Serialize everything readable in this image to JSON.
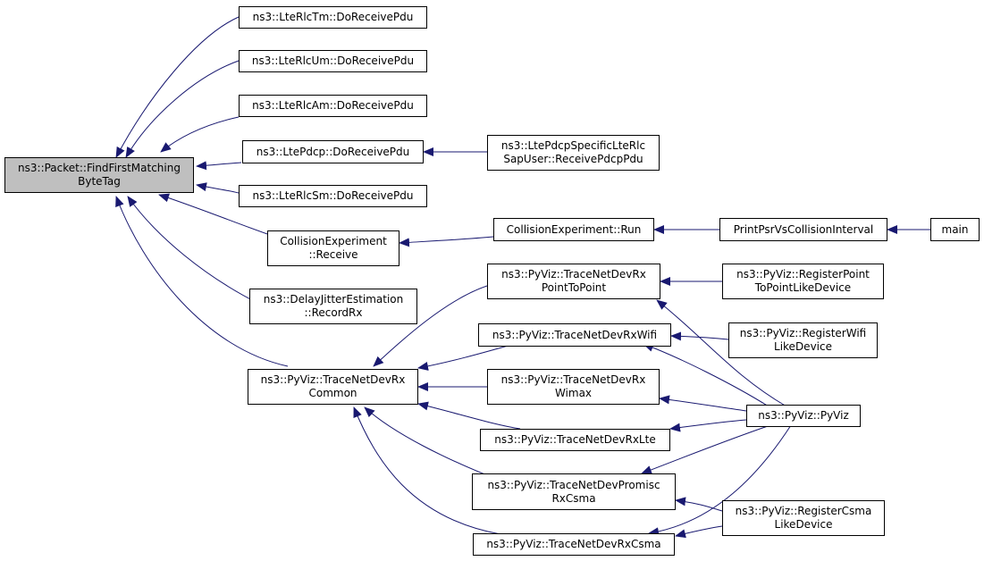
{
  "colors": {
    "edge": "#191970",
    "root_fill": "#bfbfbf",
    "node_border": "#000000",
    "background": "#ffffff"
  },
  "nodes": {
    "root": [
      "ns3::Packet::FindFirstMatching",
      "ByteTag"
    ],
    "rlctm": [
      "ns3::LteRlcTm::DoReceivePdu"
    ],
    "rlcum": [
      "ns3::LteRlcUm::DoReceivePdu"
    ],
    "rlcam": [
      "ns3::LteRlcAm::DoReceivePdu"
    ],
    "pdcp": [
      "ns3::LtePdcp::DoReceivePdu"
    ],
    "pdcpsap": [
      "ns3::LtePdcpSpecificLteRlc",
      "SapUser::ReceivePdcpPdu"
    ],
    "rlcsm": [
      "ns3::LteRlcSm::DoReceivePdu"
    ],
    "collrecv": [
      "CollisionExperiment",
      "::Receive"
    ],
    "collrun": [
      "CollisionExperiment::Run"
    ],
    "printpsr": [
      "PrintPsrVsCollisionInterval"
    ],
    "main": [
      "main"
    ],
    "delay": [
      "ns3::DelayJitterEstimation",
      "::RecordRx"
    ],
    "common": [
      "ns3::PyViz::TraceNetDevRx",
      "Common"
    ],
    "p2p": [
      "ns3::PyViz::TraceNetDevRx",
      "PointToPoint"
    ],
    "regp2p": [
      "ns3::PyViz::RegisterPoint",
      "ToPointLikeDevice"
    ],
    "wifi": [
      "ns3::PyViz::TraceNetDevRxWifi"
    ],
    "regwifi": [
      "ns3::PyViz::RegisterWifi",
      "LikeDevice"
    ],
    "wimax": [
      "ns3::PyViz::TraceNetDevRx",
      "Wimax"
    ],
    "pyviz": [
      "ns3::PyViz::PyViz"
    ],
    "lte": [
      "ns3::PyViz::TraceNetDevRxLte"
    ],
    "promisc": [
      "ns3::PyViz::TraceNetDevPromisc",
      "RxCsma"
    ],
    "regcsma": [
      "ns3::PyViz::RegisterCsma",
      "LikeDevice"
    ],
    "csma": [
      "ns3::PyViz::TraceNetDevRxCsma"
    ]
  }
}
